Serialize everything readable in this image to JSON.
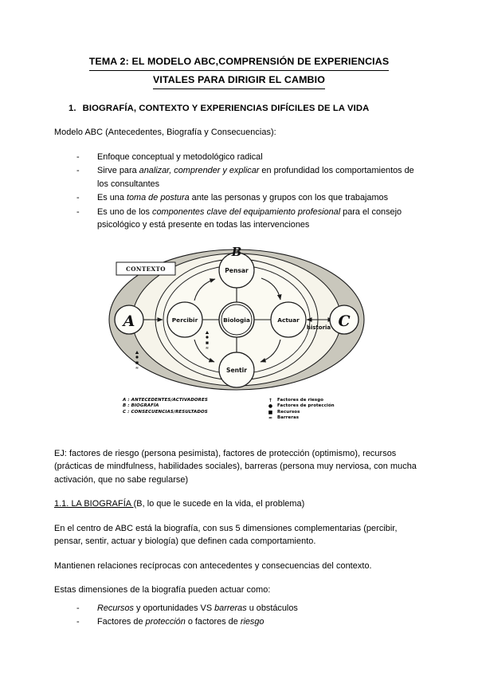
{
  "document": {
    "title_line1": "TEMA 2: EL MODELO ABC,COMPRENSIÓN DE EXPERIENCIAS",
    "title_line2": "VITALES PARA DIRIGIR EL CAMBIO",
    "section1": {
      "number": "1.",
      "heading": "BIOGRAFÍA, CONTEXTO Y EXPERIENCIAS DIFÍCILES DE LA VIDA"
    },
    "intro_paragraph": "Modelo ABC (Antecedentes, Biografía y Consecuencias):",
    "bullets_intro": [
      {
        "parts": [
          {
            "text": "Enfoque conceptual y metodológico radical",
            "italic": false
          }
        ]
      },
      {
        "parts": [
          {
            "text": "Sirve para ",
            "italic": false
          },
          {
            "text": "analizar, comprender y explicar",
            "italic": true
          },
          {
            "text": " en profundidad los comportamientos de los consultantes",
            "italic": false
          }
        ]
      },
      {
        "parts": [
          {
            "text": "Es una ",
            "italic": false
          },
          {
            "text": "toma de postura",
            "italic": true
          },
          {
            "text": " ante las personas y grupos con los que trabajamos",
            "italic": false
          }
        ]
      },
      {
        "parts": [
          {
            "text": "Es uno de los ",
            "italic": false
          },
          {
            "text": "componentes clave del equipamiento profesional",
            "italic": true
          },
          {
            "text": " para el consejo psicológico y está presente en todas las intervenciones",
            "italic": false
          }
        ]
      }
    ],
    "example_paragraph": "EJ: factores de riesgo (persona pesimista), factores de protección (optimismo), recursos (prácticas de mindfulness, habilidades sociales), barreras (persona muy nerviosa, con mucha activación, que no sabe regularse)",
    "subsection": {
      "underlined": "1.1. LA BIOGRAFÍA ",
      "rest": "(B, lo que le sucede en la vida, el problema)"
    },
    "para_center": "En el centro de ABC está la biografía, con sus 5 dimensiones complementarias (percibir, pensar, sentir, actuar y biología) que definen cada comportamiento.",
    "para_relations": "Mantienen relaciones recíprocas con antecedentes y consecuencias del contexto.",
    "para_dimensions_lead": "Estas dimensiones de la biografía pueden actuar como:",
    "bullets_dimensions": [
      {
        "parts": [
          {
            "text": "Recursos",
            "italic": true
          },
          {
            "text": " y oportunidades VS ",
            "italic": false
          },
          {
            "text": "barreras",
            "italic": true
          },
          {
            "text": " u obstáculos",
            "italic": false
          }
        ]
      },
      {
        "parts": [
          {
            "text": "Factores de ",
            "italic": false
          },
          {
            "text": "protección",
            "italic": true
          },
          {
            "text": " o factores de ",
            "italic": false
          },
          {
            "text": "riesgo",
            "italic": true
          }
        ]
      }
    ]
  },
  "figure": {
    "label_context": "CONTEXTO",
    "label_a": "A",
    "label_b": "B",
    "label_c": "C",
    "label_historia": "historia",
    "nodes": {
      "percibir": "Percibir",
      "pensar": "Pensar",
      "sentir": "Sentir",
      "actuar": "Actuar",
      "biologia": "Biologia"
    },
    "legend_left": [
      "A : ANTECEDENTES/ACTIVADORES",
      "B : BIOGRAFÍA",
      "C : CONSECUENCIAS/RESULTADOS"
    ],
    "legend_right": [
      {
        "marker": "↑",
        "label": "Factores de riesgo"
      },
      {
        "marker": "●",
        "label": "Factores de protección"
      },
      {
        "marker": "■",
        "label": "Recursos"
      },
      {
        "marker": "≈",
        "label": "Barreras"
      }
    ],
    "colors": {
      "outer_ring": "#c9c7bc",
      "inner_fill": "#f6f4ea",
      "stroke": "#1a1a1a"
    }
  }
}
